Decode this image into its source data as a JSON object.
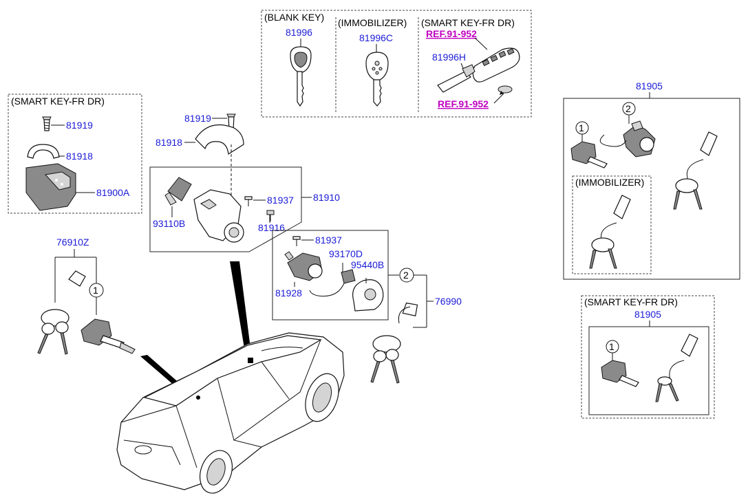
{
  "colors": {
    "part_number": "#1a1ad8",
    "reference": "#c000c0",
    "header": "#000000"
  },
  "boxes": {
    "blank_key": {
      "header": "(BLANK KEY)",
      "part": "81996"
    },
    "immobilizer": {
      "header": "(IMMOBILIZER)",
      "part": "81996C"
    },
    "smart_key": {
      "header": "(SMART KEY-FR DR)",
      "ref_top": "REF.91-952",
      "part": "81996H",
      "ref_bottom": "REF.91-952"
    },
    "left_smart": {
      "header": "(SMART KEY-FR DR)",
      "p1": "81919",
      "p2": "81918",
      "p3": "81900A"
    },
    "right_set": {
      "part": "81905",
      "callout1": "1",
      "callout2": "2",
      "sub_header": "(IMMOBILIZER)"
    },
    "right_smart": {
      "header": "(SMART KEY-FR DR)",
      "part": "81905",
      "callout1": "1"
    }
  },
  "center": {
    "top_screw": "81919",
    "cover": "81918",
    "assy": "81910",
    "bracket": "93110B",
    "screw": "81937",
    "bolt": "81916"
  },
  "lower": {
    "screw": "81937",
    "part_a": "93170D",
    "part_b": "95440B",
    "cylinder": "81928",
    "callout": "2",
    "keyset": "76990"
  },
  "left_set": {
    "part": "76910Z",
    "callout": "1"
  }
}
